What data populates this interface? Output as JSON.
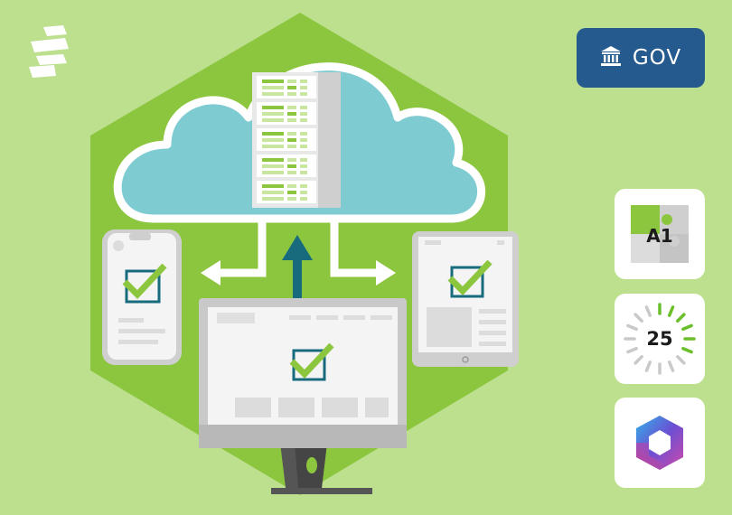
{
  "badges": {
    "gov_label": "GOV",
    "gov_icon": "government-building-icon",
    "gov_color": "#255a8e"
  },
  "tiles": [
    {
      "icon": "puzzle-piece-icon",
      "label": "A1"
    },
    {
      "icon": "progress-ring-icon",
      "label": "25"
    },
    {
      "icon": "microsoft-365-icon",
      "label": ""
    }
  ],
  "colors": {
    "background": "#bde08f",
    "hexagon": "#8cc63f",
    "cloud": "#7ecbd1",
    "arrow_up": "#176b7d",
    "check": "#8cc63f"
  }
}
